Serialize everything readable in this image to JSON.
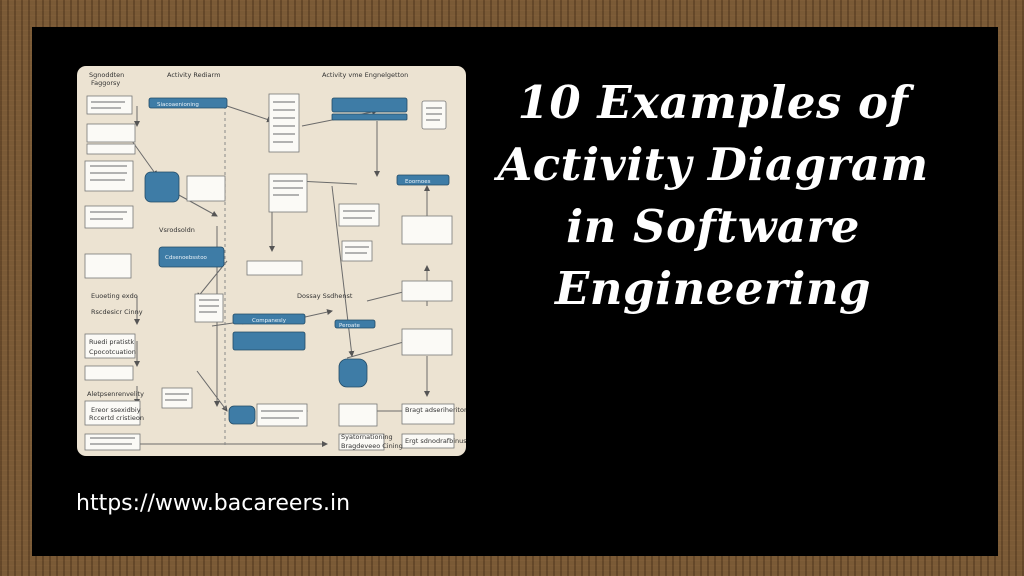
{
  "title_lines": [
    "10 Examples of",
    "Activity Diagram",
    "in Software",
    "Engineering"
  ],
  "url": "https://www.bacareers.in",
  "diagram": {
    "labels": {
      "top_left_1": "Sgnoddten",
      "top_left_2": "Faggorsy",
      "top_center": "Activity Rediarm",
      "top_right": "Activity vme Engnelgetton",
      "overlay_1": "Dossay Ssdhenst",
      "overlay_2": "Vsrodsoldn",
      "row_1": "Euoeting exdo",
      "row_2": "Rscdesicr Cinny",
      "row_3": "Ruedi pratistk",
      "row_4": "Cpocotcuation",
      "row_5": "Aletpsenrenvelity",
      "row_6": "Ereor ssexidbiy",
      "row_7": "Rccertd cristieon",
      "bottom_1": "Syatornationing",
      "bottom_2": "Bragdeveeo Cining",
      "right_bottom": "Bragt adseriheritore",
      "right_bottom_2": "Ergt sdnodrafbinus",
      "blue_top": "Siacoaenioning",
      "blue_mid": "Cdsenoebsstoo",
      "blue_comp": "Companesly",
      "blue_final": "Peroate",
      "blue_right": "Eoornoes"
    }
  },
  "colors": {
    "frame_wood": "#7a5a36",
    "board": "#000000",
    "diagram_bg": "#ece3d2",
    "diagram_blue": "#3e7ca6",
    "text": "#ffffff"
  }
}
